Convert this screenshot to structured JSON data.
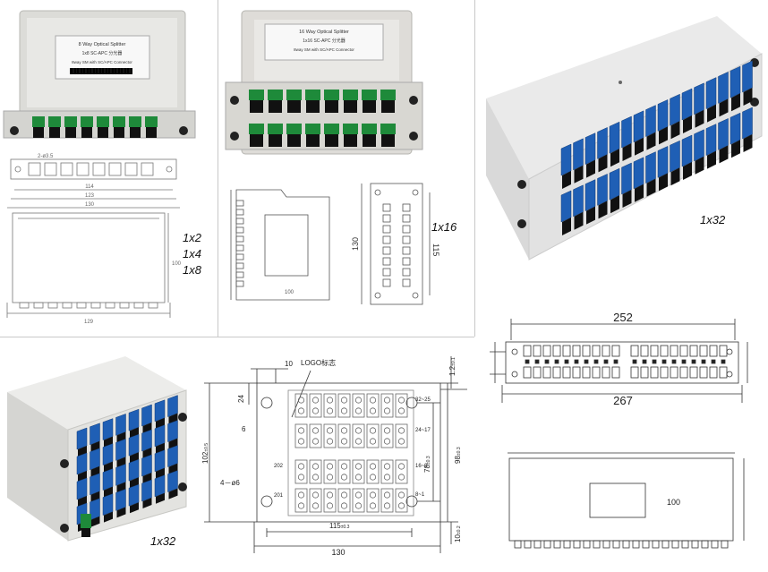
{
  "captions": {
    "split_small": [
      "1x2",
      "1x4",
      "1x8"
    ],
    "split_16": "1x16",
    "split_32_photo": "1x32",
    "split_32_cube": "1x32"
  },
  "panel1": {
    "label_title": "8 Way Optical Splitter",
    "label_sub": "1x8 SC-APC 分光器",
    "label_note": "8way SM with SC/APC Connector",
    "dim_top": "2-ø3.5",
    "dim_w1": "114",
    "dim_w2": "123",
    "dim_w3": "130",
    "dim_h": "100",
    "dim_bottom": "129"
  },
  "panel2": {
    "label_title": "16 Way Optical Splitter",
    "label_sub": "1x16 SC-APC 分光器",
    "label_note": "8way SM with SC/APC Connector",
    "dim_100": "100",
    "dim_130": "130",
    "dim_115": "115"
  },
  "panel5": {
    "dim_10": "10",
    "logo": "LOGO标志",
    "dim_12": "1.2",
    "dim_12_tol": "±0.1",
    "dim_24": "24",
    "dim_6": "6",
    "dim_102": "102",
    "dim_102_tol": "±0.5",
    "holes": "4－ø6",
    "row_labels": [
      "202",
      "201"
    ],
    "port_ranges": [
      "32~25",
      "24~17",
      "16~9",
      "8~1"
    ],
    "dim_78": "78",
    "dim_78_tol": "±0.3",
    "dim_98": "98",
    "dim_98_tol": "±0.3",
    "dim_10b": "10",
    "dim_10b_tol": "±0.2",
    "dim_115": "115",
    "dim_115_tol": "±0.3",
    "dim_130": "130"
  },
  "panel6": {
    "dim_252": "252",
    "dim_267": "267",
    "dim_100": "100"
  },
  "colors": {
    "green_port": "#1e8a3a",
    "blue_port": "#1f5fb5",
    "housing": "#e4e4e1",
    "line": "#555555"
  }
}
